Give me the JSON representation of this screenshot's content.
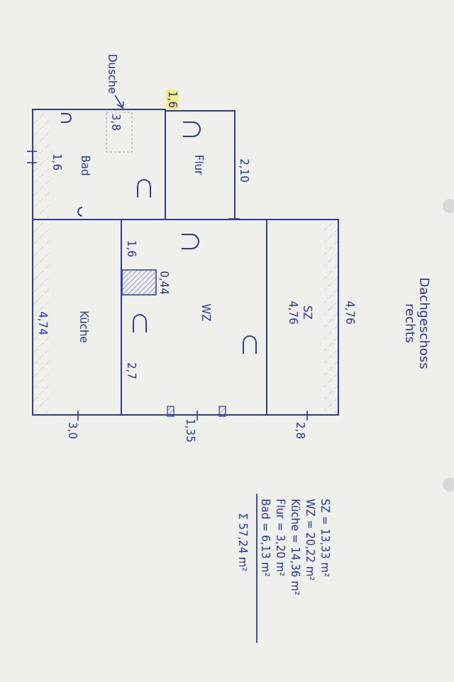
{
  "diagram": {
    "title": "Dachgeschoss rechts",
    "nodes": [
      {
        "text": [
          "SZ"
        ]
      },
      {
        "text": [
          "WZ"
        ]
      },
      {
        "text": [
          "Küche"
        ]
      },
      {
        "text": [
          "Flur"
        ]
      },
      {
        "text": [
          "Bad"
        ]
      }
    ],
    "labels": [
      "4,76",
      "4,76",
      "2,8",
      "1,35",
      "3,0",
      "4,74",
      "1,6",
      "1,6",
      "2,10",
      "1,6",
      "0,44",
      "2,7",
      "3,8",
      "Dusche",
      "SZ = 13,33 m²",
      "WZ = 20,22 m²",
      "Küche = 14,36 m²",
      "Flur = 3,20 m²",
      "Bad = 6,13 m²",
      "Σ 57,24 m²"
    ]
  }
}
